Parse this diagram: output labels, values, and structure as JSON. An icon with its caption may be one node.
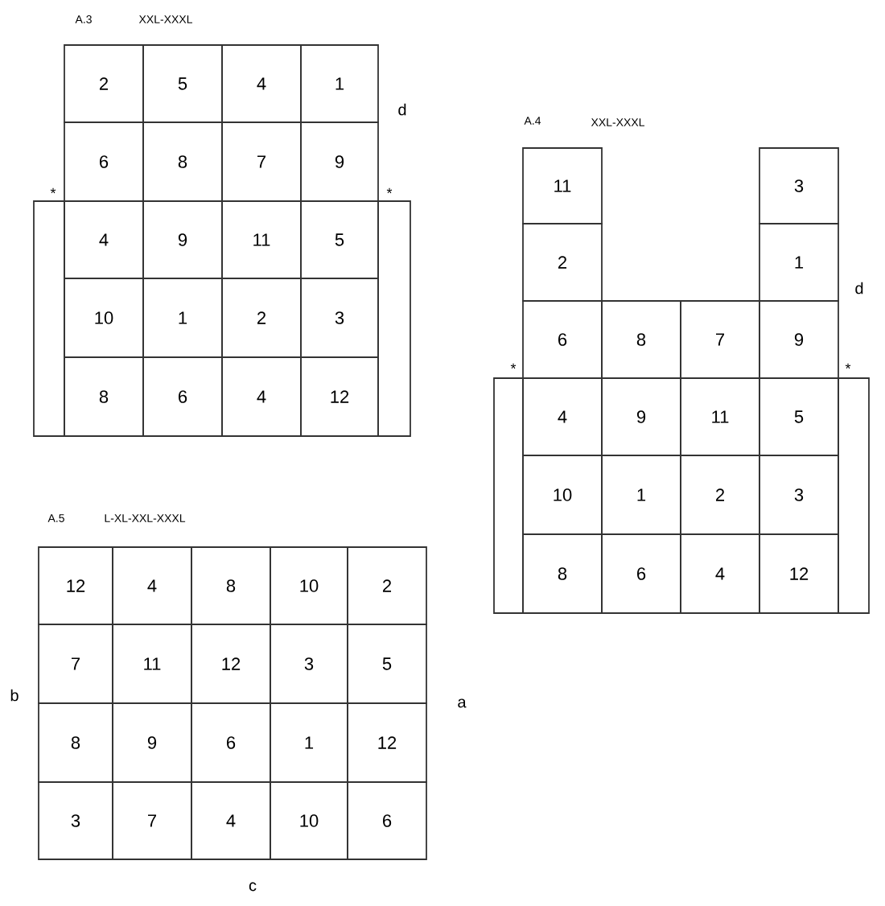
{
  "diagram": {
    "nodes": [
      {
        "text": [
          "2"
        ]
      },
      {
        "text": [
          "5"
        ]
      },
      {
        "text": [
          "4"
        ]
      },
      {
        "text": [
          "1"
        ]
      },
      {
        "text": [
          "6"
        ]
      },
      {
        "text": [
          "8"
        ]
      },
      {
        "text": [
          "7"
        ]
      },
      {
        "text": [
          "9"
        ]
      },
      {
        "text": [
          "4"
        ]
      },
      {
        "text": [
          "9"
        ]
      },
      {
        "text": [
          "11"
        ]
      },
      {
        "text": [
          "5"
        ]
      },
      {
        "text": [
          "10"
        ]
      },
      {
        "text": [
          "1"
        ]
      },
      {
        "text": [
          "2"
        ]
      },
      {
        "text": [
          "3"
        ]
      },
      {
        "text": [
          "8"
        ]
      },
      {
        "text": [
          "6"
        ]
      },
      {
        "text": [
          "4"
        ]
      },
      {
        "text": [
          "12"
        ]
      },
      {
        "text": [],
        "shape": "box"
      },
      {
        "text": [],
        "shape": "box"
      },
      {
        "text": [
          "11"
        ]
      },
      {
        "text": [
          "3"
        ]
      },
      {
        "text": [
          "2"
        ]
      },
      {
        "text": [
          "1"
        ]
      },
      {
        "text": [
          "6"
        ]
      },
      {
        "text": [
          "8"
        ]
      },
      {
        "text": [
          "7"
        ]
      },
      {
        "text": [
          "9"
        ]
      },
      {
        "text": [
          "4"
        ]
      },
      {
        "text": [
          "9"
        ]
      },
      {
        "text": [
          "11"
        ]
      },
      {
        "text": [
          "5"
        ]
      },
      {
        "text": [
          "10"
        ]
      },
      {
        "text": [
          "1"
        ]
      },
      {
        "text": [
          "2"
        ]
      },
      {
        "text": [
          "3"
        ]
      },
      {
        "text": [
          "8"
        ]
      },
      {
        "text": [
          "6"
        ]
      },
      {
        "text": [
          "4"
        ]
      },
      {
        "text": [
          "12"
        ]
      },
      {
        "text": [],
        "shape": "box"
      },
      {
        "text": [],
        "shape": "box"
      },
      {
        "text": [
          "12"
        ]
      },
      {
        "text": [
          "4"
        ]
      },
      {
        "text": [
          "8"
        ]
      },
      {
        "text": [
          "10"
        ]
      },
      {
        "text": [
          "2"
        ]
      },
      {
        "text": [
          "7"
        ]
      },
      {
        "text": [
          "11"
        ]
      },
      {
        "text": [
          "12"
        ]
      },
      {
        "text": [
          "3"
        ]
      },
      {
        "text": [
          "5"
        ]
      },
      {
        "text": [
          "8"
        ]
      },
      {
        "text": [
          "9"
        ]
      },
      {
        "text": [
          "6"
        ]
      },
      {
        "text": [
          "1"
        ]
      },
      {
        "text": [
          "12"
        ]
      },
      {
        "text": [
          "3"
        ]
      },
      {
        "text": [
          "7"
        ]
      },
      {
        "text": [
          "4"
        ]
      },
      {
        "text": [
          "10"
        ]
      },
      {
        "text": [
          "6"
        ]
      }
    ],
    "labels": [
      "A.3",
      "XXL-XXXL",
      "d",
      "*",
      "*",
      "A.4",
      "XXL-XXXL",
      "d",
      "*",
      "*",
      "A.5",
      "L-XL-XXL-XXXL",
      "b",
      "a",
      "c"
    ]
  }
}
